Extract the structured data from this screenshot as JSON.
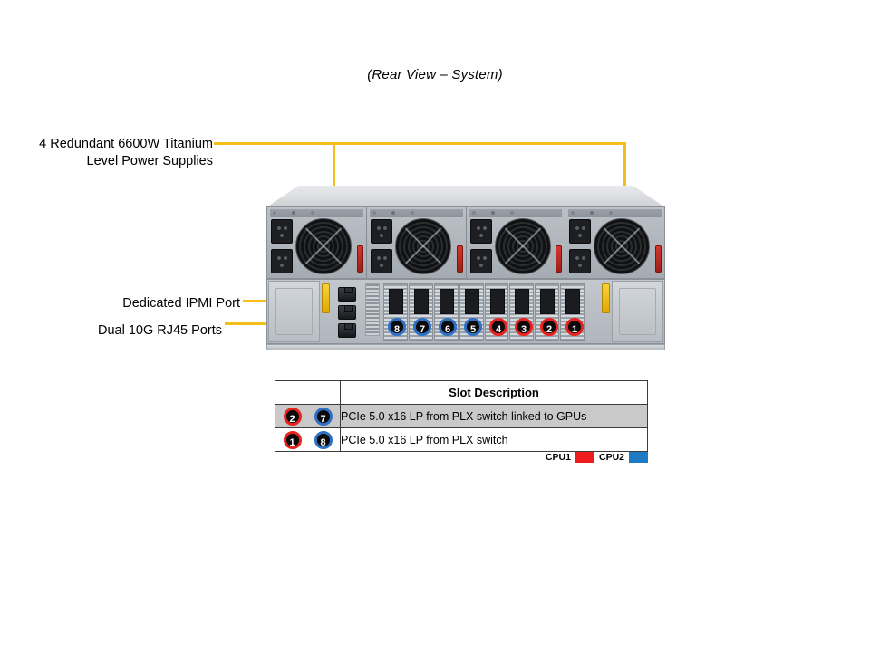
{
  "title": "(Rear View – System)",
  "callouts": [
    {
      "id": "psu",
      "text": "4 Redundant 6600W Titanium\nLevel Power Supplies"
    },
    {
      "id": "ipmi",
      "text": "Dedicated IPMI Port"
    },
    {
      "id": "rj45",
      "text": "Dual 10G RJ45 Ports"
    }
  ],
  "chassis": {
    "slot_badges": [
      {
        "number": "8",
        "cpu": "CPU2"
      },
      {
        "number": "7",
        "cpu": "CPU2"
      },
      {
        "number": "6",
        "cpu": "CPU2"
      },
      {
        "number": "5",
        "cpu": "CPU2"
      },
      {
        "number": "4",
        "cpu": "CPU1"
      },
      {
        "number": "3",
        "cpu": "CPU1"
      },
      {
        "number": "2",
        "cpu": "CPU1"
      },
      {
        "number": "1",
        "cpu": "CPU1"
      }
    ]
  },
  "table": {
    "header_blank": "",
    "header_description": "Slot Description",
    "rows": [
      {
        "badge_left": "2",
        "badge_left_cpu": "CPU1",
        "separator": "–",
        "badge_right": "7",
        "badge_right_cpu": "CPU2",
        "description": "PCIe 5.0 x16 LP from PLX switch linked to GPUs"
      },
      {
        "badge_left": "1",
        "badge_left_cpu": "CPU1",
        "separator": "",
        "badge_right": "8",
        "badge_right_cpu": "CPU2",
        "description": "PCIe 5.0 x16 LP from PLX switch"
      }
    ]
  },
  "legend": {
    "cpu1_label": "CPU1",
    "cpu1_color": "#ee1c1c",
    "cpu2_label": "CPU2",
    "cpu2_color": "#1f7ac4"
  }
}
